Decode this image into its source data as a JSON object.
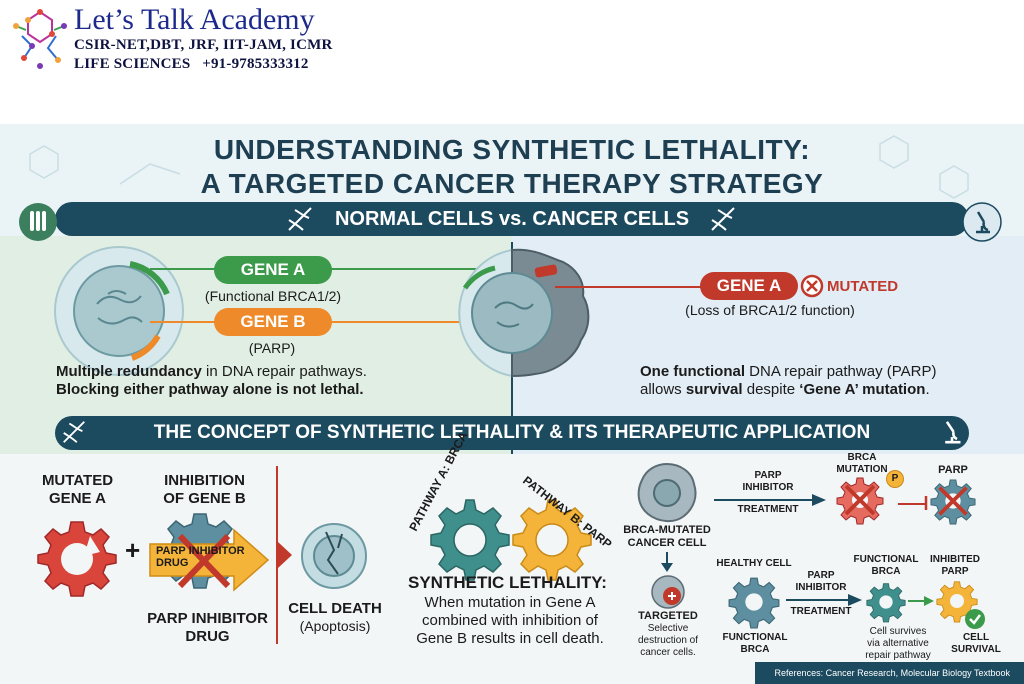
{
  "header": {
    "brand_name": "Let’s Talk Academy",
    "line1": "CSIR-NET,DBT, JRF, IIT-JAM, ICMR",
    "line2": "LIFE SCIENCES   +91-9785333312"
  },
  "title": {
    "line1": "UNDERSTANDING SYNTHETIC LETHALITY:",
    "line2": "A TARGETED CANCER THERAPY STRATEGY"
  },
  "section1": {
    "banner": "NORMAL CELLS vs. CANCER CELLS",
    "gene_a": "GENE A",
    "gene_a_sub": "(Functional BRCA1/2)",
    "gene_b": "GENE B",
    "gene_b_sub": "(PARP)",
    "left_caption": {
      "p1_bold": "Multiple redundancy",
      "p1_rest": " in DNA repair pathways.",
      "p2": "Blocking either pathway alone is not lethal."
    },
    "right_gene": "GENE A",
    "mutated": "MUTATED",
    "right_sub": "(Loss of BRCA1/2 function)",
    "right_caption": {
      "a_bold": "One functional",
      "a_rest": " DNA repair pathway (PARP)",
      "b_pre": "allows ",
      "b_bold1": "survival",
      "b_mid": " despite ",
      "b_bold2": "‘Gene A’ mutation",
      "b_end": "."
    }
  },
  "section2": {
    "banner": "THE CONCEPT OF SYNTHETIC LETHALITY & ITS THERAPEUTIC APPLICATION",
    "mutated_gene_a": [
      "MUTATED",
      "GENE A"
    ],
    "inhibition": [
      "INHIBITION",
      "OF GENE B"
    ],
    "parp_drug_label": [
      "PARP INHIBITOR",
      "DRUG"
    ],
    "parp_inhibitor_drug": [
      "PARP INHIBITOR",
      "DRUG"
    ],
    "plus": "+",
    "cell_death": "CELL DEATH",
    "apoptosis": "(Apoptosis)",
    "pathway_a": "PATHWAY A: BRCA",
    "pathway_b": "PATHWAY B: PARP",
    "sl_title": "SYNTHETIC LETHALITY:",
    "sl_text": [
      "When mutation in Gene A",
      "combined with inhibition of",
      "Gene B results in cell death."
    ],
    "brca_cell": [
      "BRCA-MUTATED",
      "CANCER CELL"
    ],
    "parp_inhibitor": [
      "PARP",
      "INHIBITOR"
    ],
    "treatment": "TREATMENT",
    "brca_mutation": [
      "BRCA",
      "MUTATION"
    ],
    "parp": "PARP",
    "p_badge": "P",
    "targeted": "TARGETED",
    "targeted_sub": [
      "Selective",
      "destruction of",
      "cancer cells."
    ],
    "healthy_cell": "HEALTHY CELL",
    "functional_brca_bottom": [
      "FUNCTIONAL",
      "BRCA"
    ],
    "parp_inhibitor2": [
      "PARP",
      "INHIBITOR"
    ],
    "treatment2": "TREATMENT",
    "functional_brca_top": [
      "FUNCTIONAL",
      "BRCA"
    ],
    "inhibited_parp": [
      "INHIBITED",
      "PARP"
    ],
    "survives": [
      "Cell survives",
      "via alternative",
      "repair pathway"
    ],
    "cell_survival": [
      "CELL",
      "SURVIVAL"
    ],
    "references": "References: Cancer Research, Molecular Biology Textbook"
  },
  "colors": {
    "navy": "#1c4a5f",
    "green": "#3c9a4b",
    "orange": "#ef8a2a",
    "red": "#c0392b",
    "teal": "#3f8f8c",
    "yellow": "#f4b43a"
  }
}
